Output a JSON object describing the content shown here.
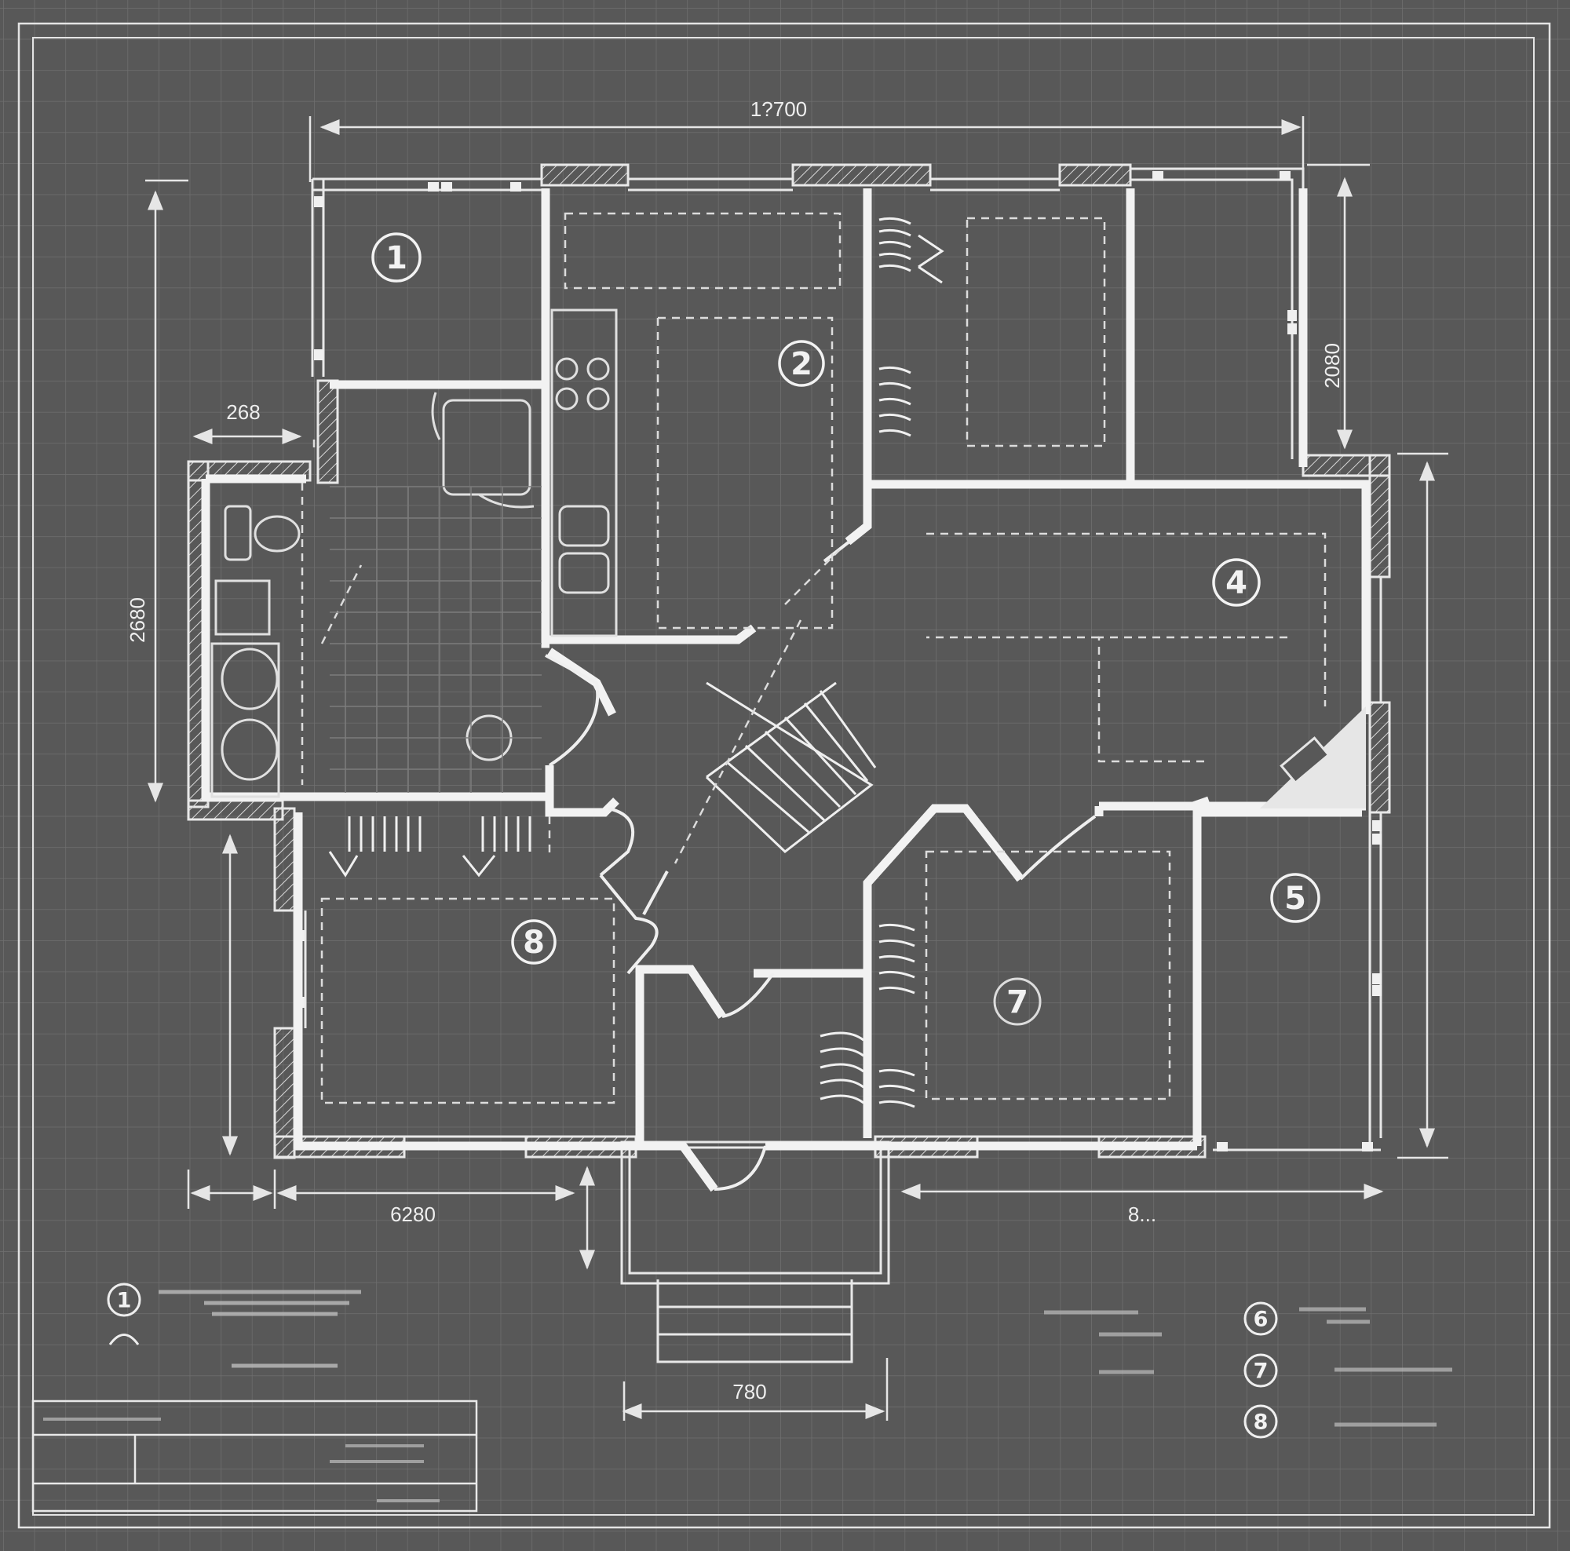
{
  "palette": {
    "background": "#585858",
    "grid": "#6e6e6e",
    "ink": "#efefef"
  },
  "dimensions": {
    "top": "1?700",
    "right_upper": "2080",
    "left_upper": "268",
    "left_mid": "2680",
    "bottom_left": "6280",
    "bottom_right": "8...",
    "entry_width": "780"
  },
  "rooms": [
    {
      "id": 1,
      "label": "1"
    },
    {
      "id": 2,
      "label": "2"
    },
    {
      "id": 4,
      "label": "4"
    },
    {
      "id": 5,
      "label": "5"
    },
    {
      "id": 7,
      "label": "7"
    },
    {
      "id": 8,
      "label": "8"
    }
  ],
  "legend": {
    "left": [
      "1",
      ""
    ],
    "right": [
      "6",
      "7",
      "8"
    ]
  }
}
